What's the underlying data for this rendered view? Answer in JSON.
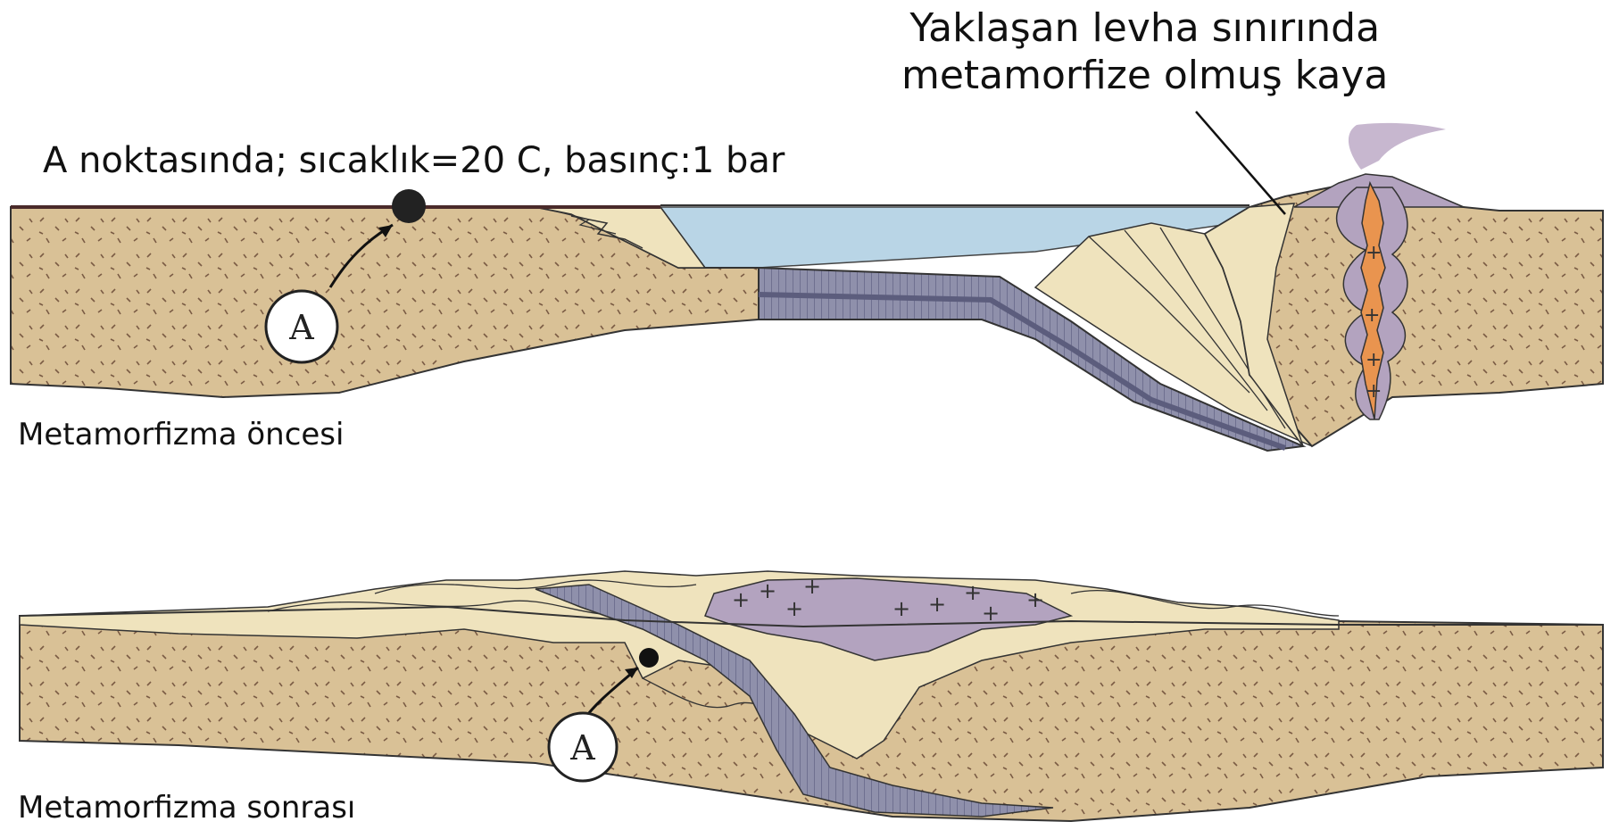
{
  "top_panel": {
    "caption": "Metamorfizma öncesi",
    "point_label": "A noktasında; sıcaklık=20 C, basınç:1 bar",
    "marker_letter": "A",
    "annotation_line1": "Yaklaşan levha sınırında",
    "annotation_line2": "metamorfize olmuş kaya"
  },
  "bottom_panel": {
    "caption": "Metamorfizma sonrası",
    "marker_letter": "A"
  },
  "colors": {
    "crust": "#d9c196",
    "sediment": "#efe3bd",
    "ocean": "#b9d5e6",
    "oceanic_plate": "#8c8ea8",
    "magma_halo": "#b3a3bf",
    "magma_core": "#e9944f"
  }
}
